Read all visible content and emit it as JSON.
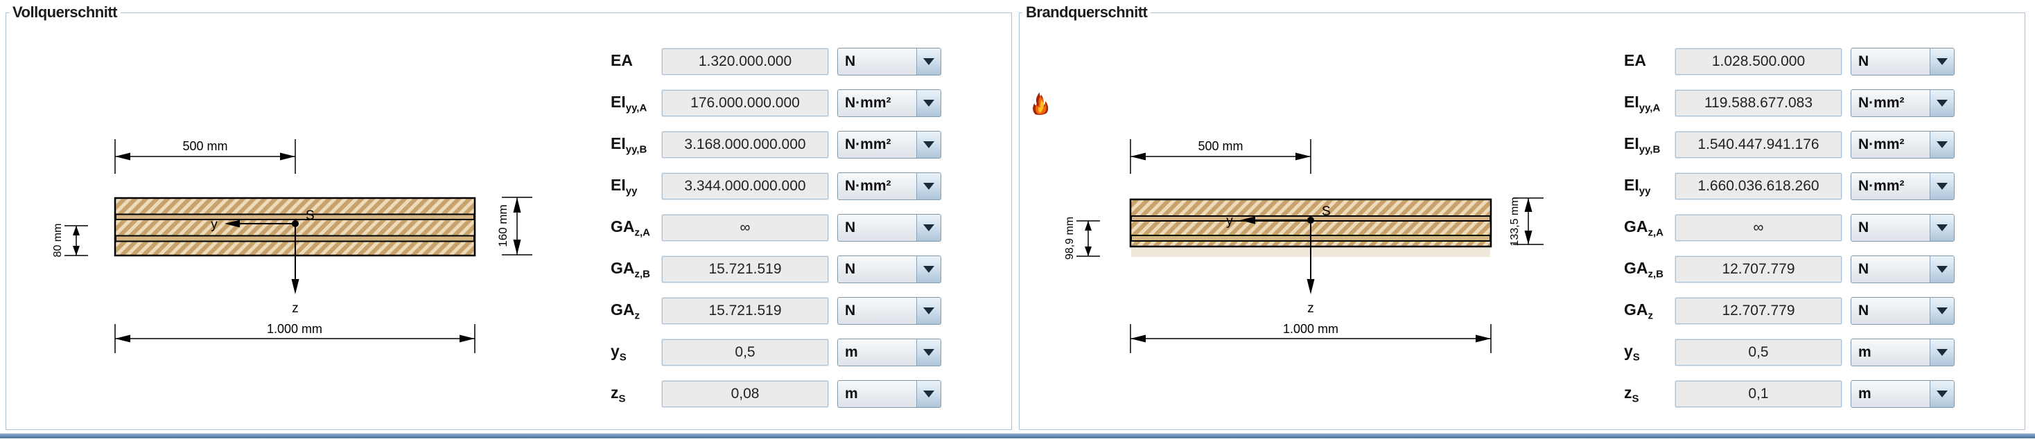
{
  "colors": {
    "panel_border": "#a9c2d8",
    "bottom_bar_blue": "#46719c",
    "field_bg": "#ebebeb",
    "wood_hatch_dark": "#c9a26a",
    "wood_hatch_light": "#eddbbc",
    "wood_strip": "#d6b585",
    "burned_ghost": "#f0e8da"
  },
  "panels": {
    "voll": {
      "title": "Vollquerschnitt",
      "rows": [
        {
          "base": "EA",
          "sub": "",
          "value": "1.320.000.000",
          "unit": "N"
        },
        {
          "base": "EI",
          "sub": "yy,A",
          "value": "176.000.000.000",
          "unit": "N·mm²"
        },
        {
          "base": "EI",
          "sub": "yy,B",
          "value": "3.168.000.000.000",
          "unit": "N·mm²"
        },
        {
          "base": "EI",
          "sub": "yy",
          "value": "3.344.000.000.000",
          "unit": "N·mm²"
        },
        {
          "base": "GA",
          "sub": "z,A",
          "value": "∞",
          "unit": "N"
        },
        {
          "base": "GA",
          "sub": "z,B",
          "value": "15.721.519",
          "unit": "N"
        },
        {
          "base": "GA",
          "sub": "z",
          "value": "15.721.519",
          "unit": "N"
        },
        {
          "base": "y",
          "sub": "S",
          "value": "0,5",
          "unit": "m"
        },
        {
          "base": "z",
          "sub": "S",
          "value": "0,08",
          "unit": "m"
        }
      ],
      "diagram": {
        "dim_top": "500 mm",
        "dim_left": "80 mm",
        "dim_right": "160 mm",
        "dim_bottom": "1.000 mm",
        "axis_y": "y",
        "axis_z": "z",
        "centroid": "S"
      }
    },
    "brand": {
      "title": "Brandquerschnitt",
      "rows": [
        {
          "base": "EA",
          "sub": "",
          "value": "1.028.500.000",
          "unit": "N"
        },
        {
          "base": "EI",
          "sub": "yy,A",
          "value": "119.588.677.083",
          "unit": "N·mm²"
        },
        {
          "base": "EI",
          "sub": "yy,B",
          "value": "1.540.447.941.176",
          "unit": "N·mm²"
        },
        {
          "base": "EI",
          "sub": "yy",
          "value": "1.660.036.618.260",
          "unit": "N·mm²"
        },
        {
          "base": "GA",
          "sub": "z,A",
          "value": "∞",
          "unit": "N"
        },
        {
          "base": "GA",
          "sub": "z,B",
          "value": "12.707.779",
          "unit": "N"
        },
        {
          "base": "GA",
          "sub": "z",
          "value": "12.707.779",
          "unit": "N"
        },
        {
          "base": "y",
          "sub": "S",
          "value": "0,5",
          "unit": "m"
        },
        {
          "base": "z",
          "sub": "S",
          "value": "0,1",
          "unit": "m"
        }
      ],
      "diagram": {
        "dim_top": "500 mm",
        "dim_left": "98,9 mm",
        "dim_right": "133,5 mm",
        "dim_bottom": "1.000 mm",
        "axis_y": "y",
        "axis_z": "z",
        "centroid": "S"
      }
    }
  }
}
